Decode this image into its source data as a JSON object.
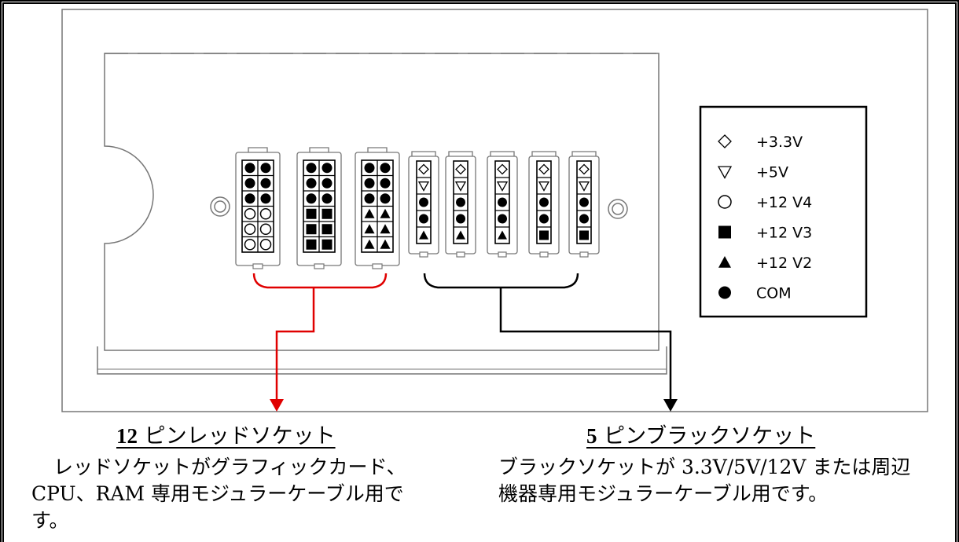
{
  "legend": {
    "items": [
      {
        "symbol": "diamond",
        "label": "+3.3V"
      },
      {
        "symbol": "triangle-down",
        "label": "+5V"
      },
      {
        "symbol": "circle-open",
        "label": "+12 V4"
      },
      {
        "symbol": "square",
        "label": "+12 V3"
      },
      {
        "symbol": "triangle-up",
        "label": "+12 V2"
      },
      {
        "symbol": "circle-filled",
        "label": "COM"
      }
    ]
  },
  "connectors_12pin": [
    {
      "rows": [
        [
          "circle-filled",
          "circle-filled"
        ],
        [
          "circle-filled",
          "circle-filled"
        ],
        [
          "circle-filled",
          "circle-filled"
        ],
        [
          "circle-open",
          "circle-open"
        ],
        [
          "circle-open",
          "circle-open"
        ],
        [
          "circle-open",
          "circle-open"
        ]
      ]
    },
    {
      "rows": [
        [
          "circle-filled",
          "circle-filled"
        ],
        [
          "circle-filled",
          "circle-filled"
        ],
        [
          "circle-filled",
          "circle-filled"
        ],
        [
          "square",
          "square"
        ],
        [
          "square",
          "square"
        ],
        [
          "square",
          "square"
        ]
      ]
    },
    {
      "rows": [
        [
          "circle-filled",
          "circle-filled"
        ],
        [
          "circle-filled",
          "circle-filled"
        ],
        [
          "circle-filled",
          "circle-filled"
        ],
        [
          "triangle-up",
          "triangle-up"
        ],
        [
          "triangle-up",
          "triangle-up"
        ],
        [
          "triangle-up",
          "triangle-up"
        ]
      ]
    }
  ],
  "connectors_5pin": [
    {
      "pins": [
        "diamond",
        "triangle-down",
        "circle-filled",
        "circle-filled",
        "triangle-up"
      ]
    },
    {
      "pins": [
        "diamond",
        "triangle-down",
        "circle-filled",
        "circle-filled",
        "triangle-up"
      ]
    },
    {
      "pins": [
        "diamond",
        "triangle-down",
        "circle-filled",
        "circle-filled",
        "triangle-up"
      ]
    },
    {
      "pins": [
        "diamond",
        "triangle-down",
        "circle-filled",
        "circle-filled",
        "square"
      ]
    },
    {
      "pins": [
        "diamond",
        "triangle-down",
        "circle-filled",
        "circle-filled",
        "square"
      ]
    }
  ],
  "colors": {
    "red_bracket": "#e00000",
    "black_bracket": "#000000"
  },
  "red_section": {
    "title_num": "12",
    "title_text": " ピンレッドソケット",
    "line1": "レッドソケットがグラフィックカード、",
    "line2": "CPU、RAM 専用モジュラーケーブル用で",
    "line3": "す。"
  },
  "black_section": {
    "title_num": "5",
    "title_text": " ピンブラックソケット",
    "line1": "ブラックソケットが 3.3V/5V/12V または周辺",
    "line2": "機器専用モジュラーケーブル用です。"
  }
}
